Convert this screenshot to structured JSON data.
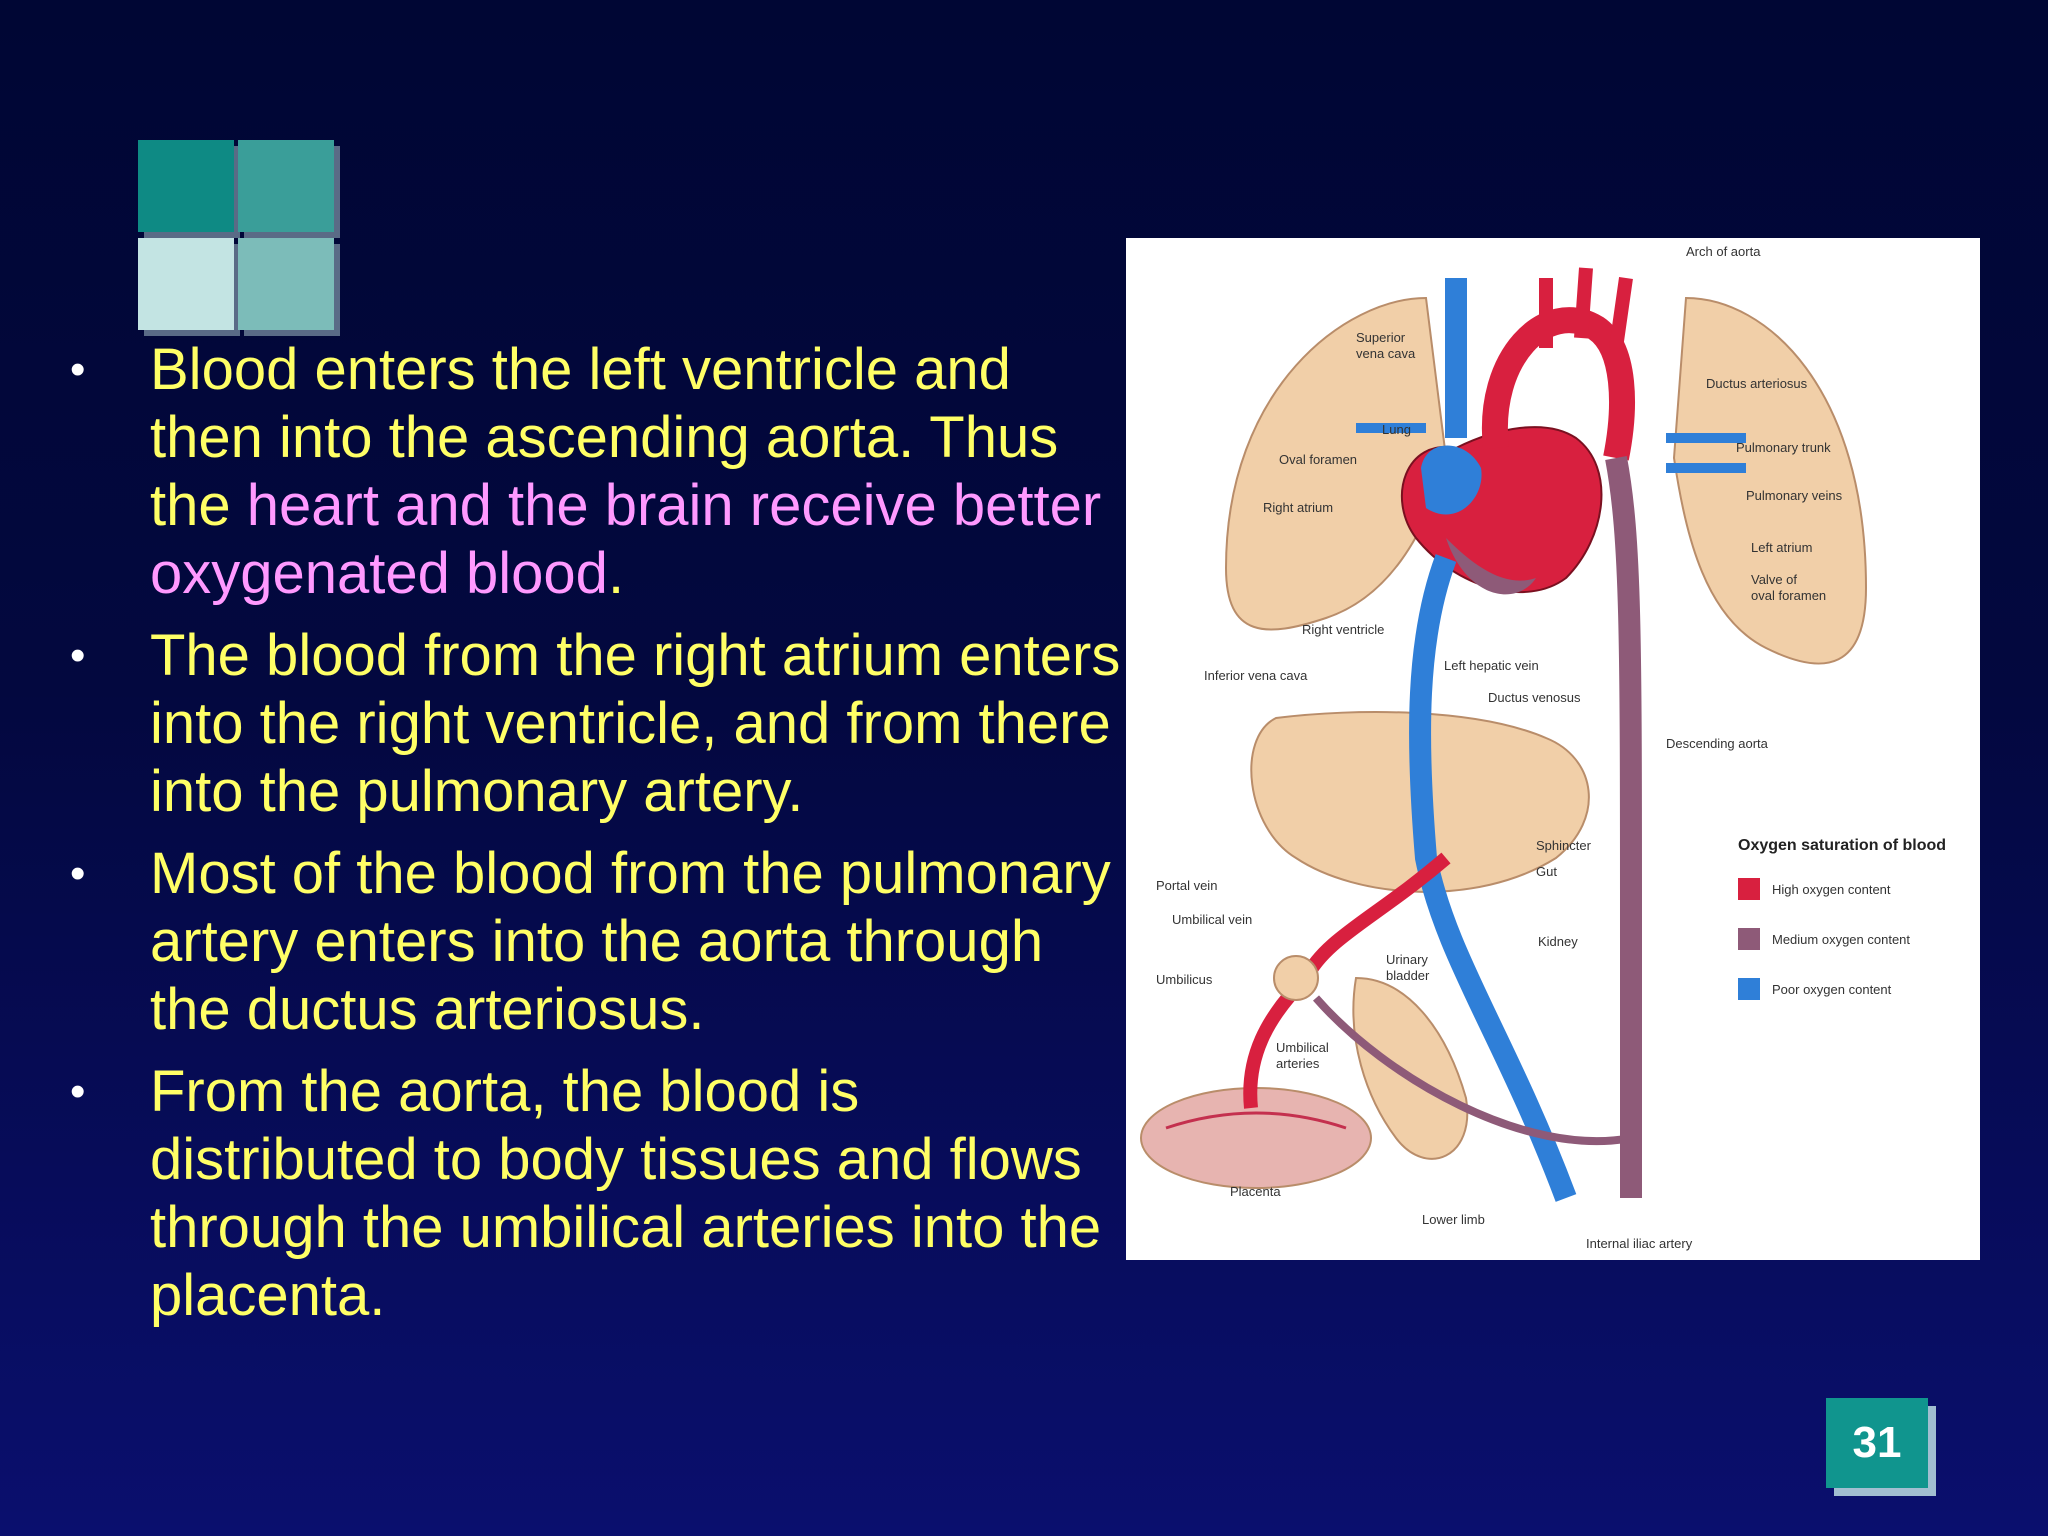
{
  "bullets": [
    {
      "parts": [
        {
          "text": "Blood enters the left ventricle and then into the ascending aorta. Thus the ",
          "style": "yellow"
        },
        {
          "text": "heart and the brain receive better oxygenated blood",
          "style": "pink"
        },
        {
          "text": ".",
          "style": "yellow"
        }
      ]
    },
    {
      "parts": [
        {
          "text": "The blood from the right atrium enters into the right ventricle, and from there into the pulmonary artery.",
          "style": "yellow"
        }
      ]
    },
    {
      "parts": [
        {
          "text": "Most of the blood from the pulmonary artery enters into the aorta through the ductus arteriosus.",
          "style": "yellow"
        }
      ]
    },
    {
      "parts": [
        {
          "text": "From the aorta, the blood is distributed to body tissues and flows through the umbilical arteries into the placenta.",
          "style": "yellow"
        }
      ]
    }
  ],
  "bullet_symbol": "•",
  "figure": {
    "labels": {
      "arch_of_aorta": "Arch of aorta",
      "superior_vena_cava_1": "Superior",
      "superior_vena_cava_2": "vena cava",
      "ductus_arteriosus": "Ductus arteriosus",
      "lung": "Lung",
      "pulmonary_trunk": "Pulmonary trunk",
      "oval_foramen": "Oval foramen",
      "pulmonary_veins": "Pulmonary veins",
      "right_atrium": "Right atrium",
      "left_atrium": "Left atrium",
      "valve_1": "Valve of",
      "valve_2": "oval foramen",
      "right_ventricle": "Right ventricle",
      "inferior_vena_cava": "Inferior vena cava",
      "left_hepatic_vein": "Left hepatic vein",
      "ductus_venosus": "Ductus venosus",
      "descending_aorta": "Descending aorta",
      "sphincter": "Sphincter",
      "gut": "Gut",
      "portal_vein": "Portal vein",
      "umbilical_vein": "Umbilical vein",
      "kidney": "Kidney",
      "urinary_1": "Urinary",
      "urinary_2": "bladder",
      "umbilicus": "Umbilicus",
      "umbilical_arteries_1": "Umbilical",
      "umbilical_arteries_2": "arteries",
      "placenta": "Placenta",
      "lower_limb": "Lower limb",
      "internal_iliac_artery": "Internal iliac artery"
    },
    "legend": {
      "title": "Oxygen saturation of blood",
      "items": [
        {
          "label": "High oxygen content",
          "color": "#d8203f"
        },
        {
          "label": "Medium oxygen content",
          "color": "#8e5a78"
        },
        {
          "label": "Poor oxygen content",
          "color": "#2f7fd8"
        }
      ]
    }
  },
  "page_number": "31",
  "colors": {
    "text_yellow": "#ffff66",
    "text_pink": "#ff99ff",
    "accent_teal": "#10958e",
    "background": "#03083f"
  }
}
